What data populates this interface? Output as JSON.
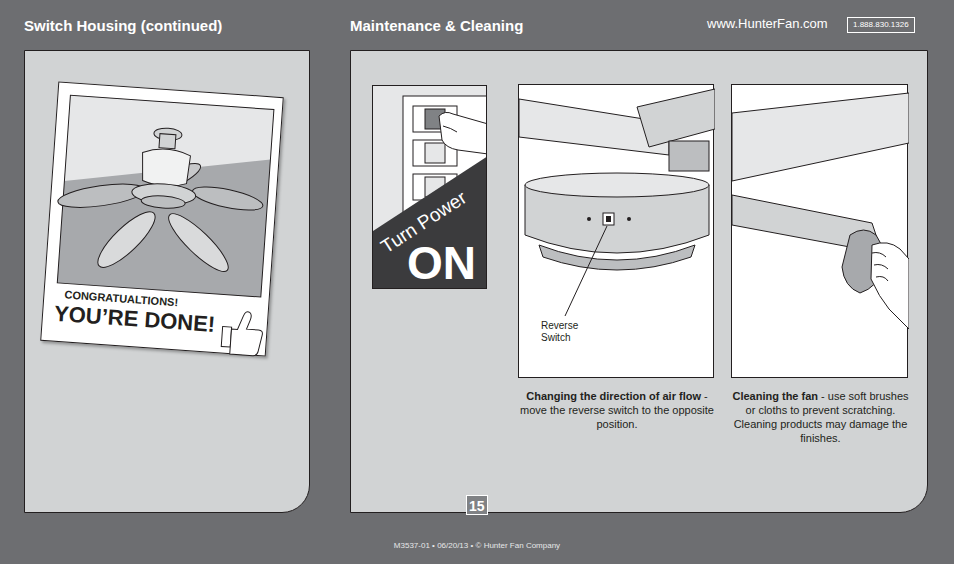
{
  "diagram": {
    "nodes": [
      {
        "text": [
          "Switch Housing (continued)"
        ]
      },
      {
        "text": [
          "CONGRATUALTIONS!",
          "YOU’RE DONE!"
        ],
        "in": 0
      },
      {
        "text": [
          "Maintenance & Cleaning"
        ]
      },
      {
        "text": [
          "Turn Power",
          "ON"
        ],
        "in": 2
      },
      {
        "text": [
          "Reverse Switch",
          "Changing the direction of air flow",
          "- move the reverse switch to the opposite position."
        ],
        "in": 2
      },
      {
        "text": [
          "Cleaning the fan",
          "- use soft brushes or cloths to prevent scratching. Cleaning products may damage the finishes."
        ],
        "in": 2
      },
      {
        "text": [
          "1.888.830.1326"
        ]
      },
      {
        "text": [
          "15"
        ]
      }
    ],
    "labels": [
      "www.HunterFan.com",
      "M3537-01 • 06/20/13 • © Hunter Fan Company"
    ]
  }
}
